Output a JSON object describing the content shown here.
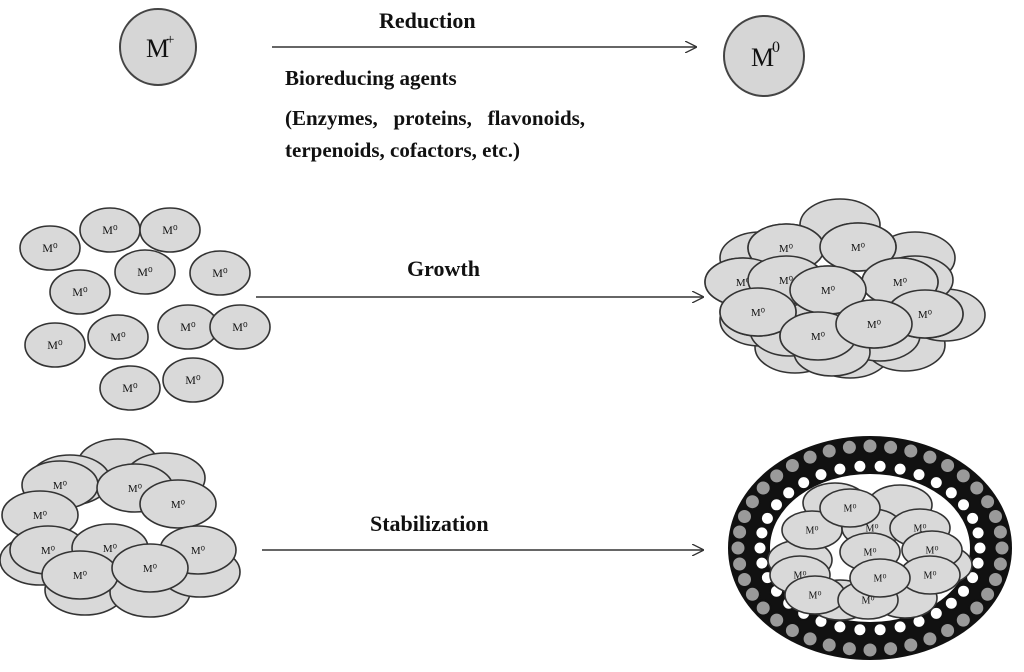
{
  "ion": {
    "label": "M",
    "charge": "+"
  },
  "atom": {
    "label": "M",
    "charge": "0"
  },
  "steps": {
    "reduction": "Reduction",
    "growth": "Growth",
    "stabilization": "Stabilization"
  },
  "agents": {
    "title": "Bioreducing agents",
    "line1": "(Enzymes,   proteins,   flavonoids,",
    "line2": "terpenoids, cofactors, etc.)"
  },
  "particle_label": "M⁰",
  "colors": {
    "particle_fill": "#d9d9d9",
    "outline": "#333333",
    "shell_outer": "#111111",
    "shell_bead": "#ffffff"
  }
}
